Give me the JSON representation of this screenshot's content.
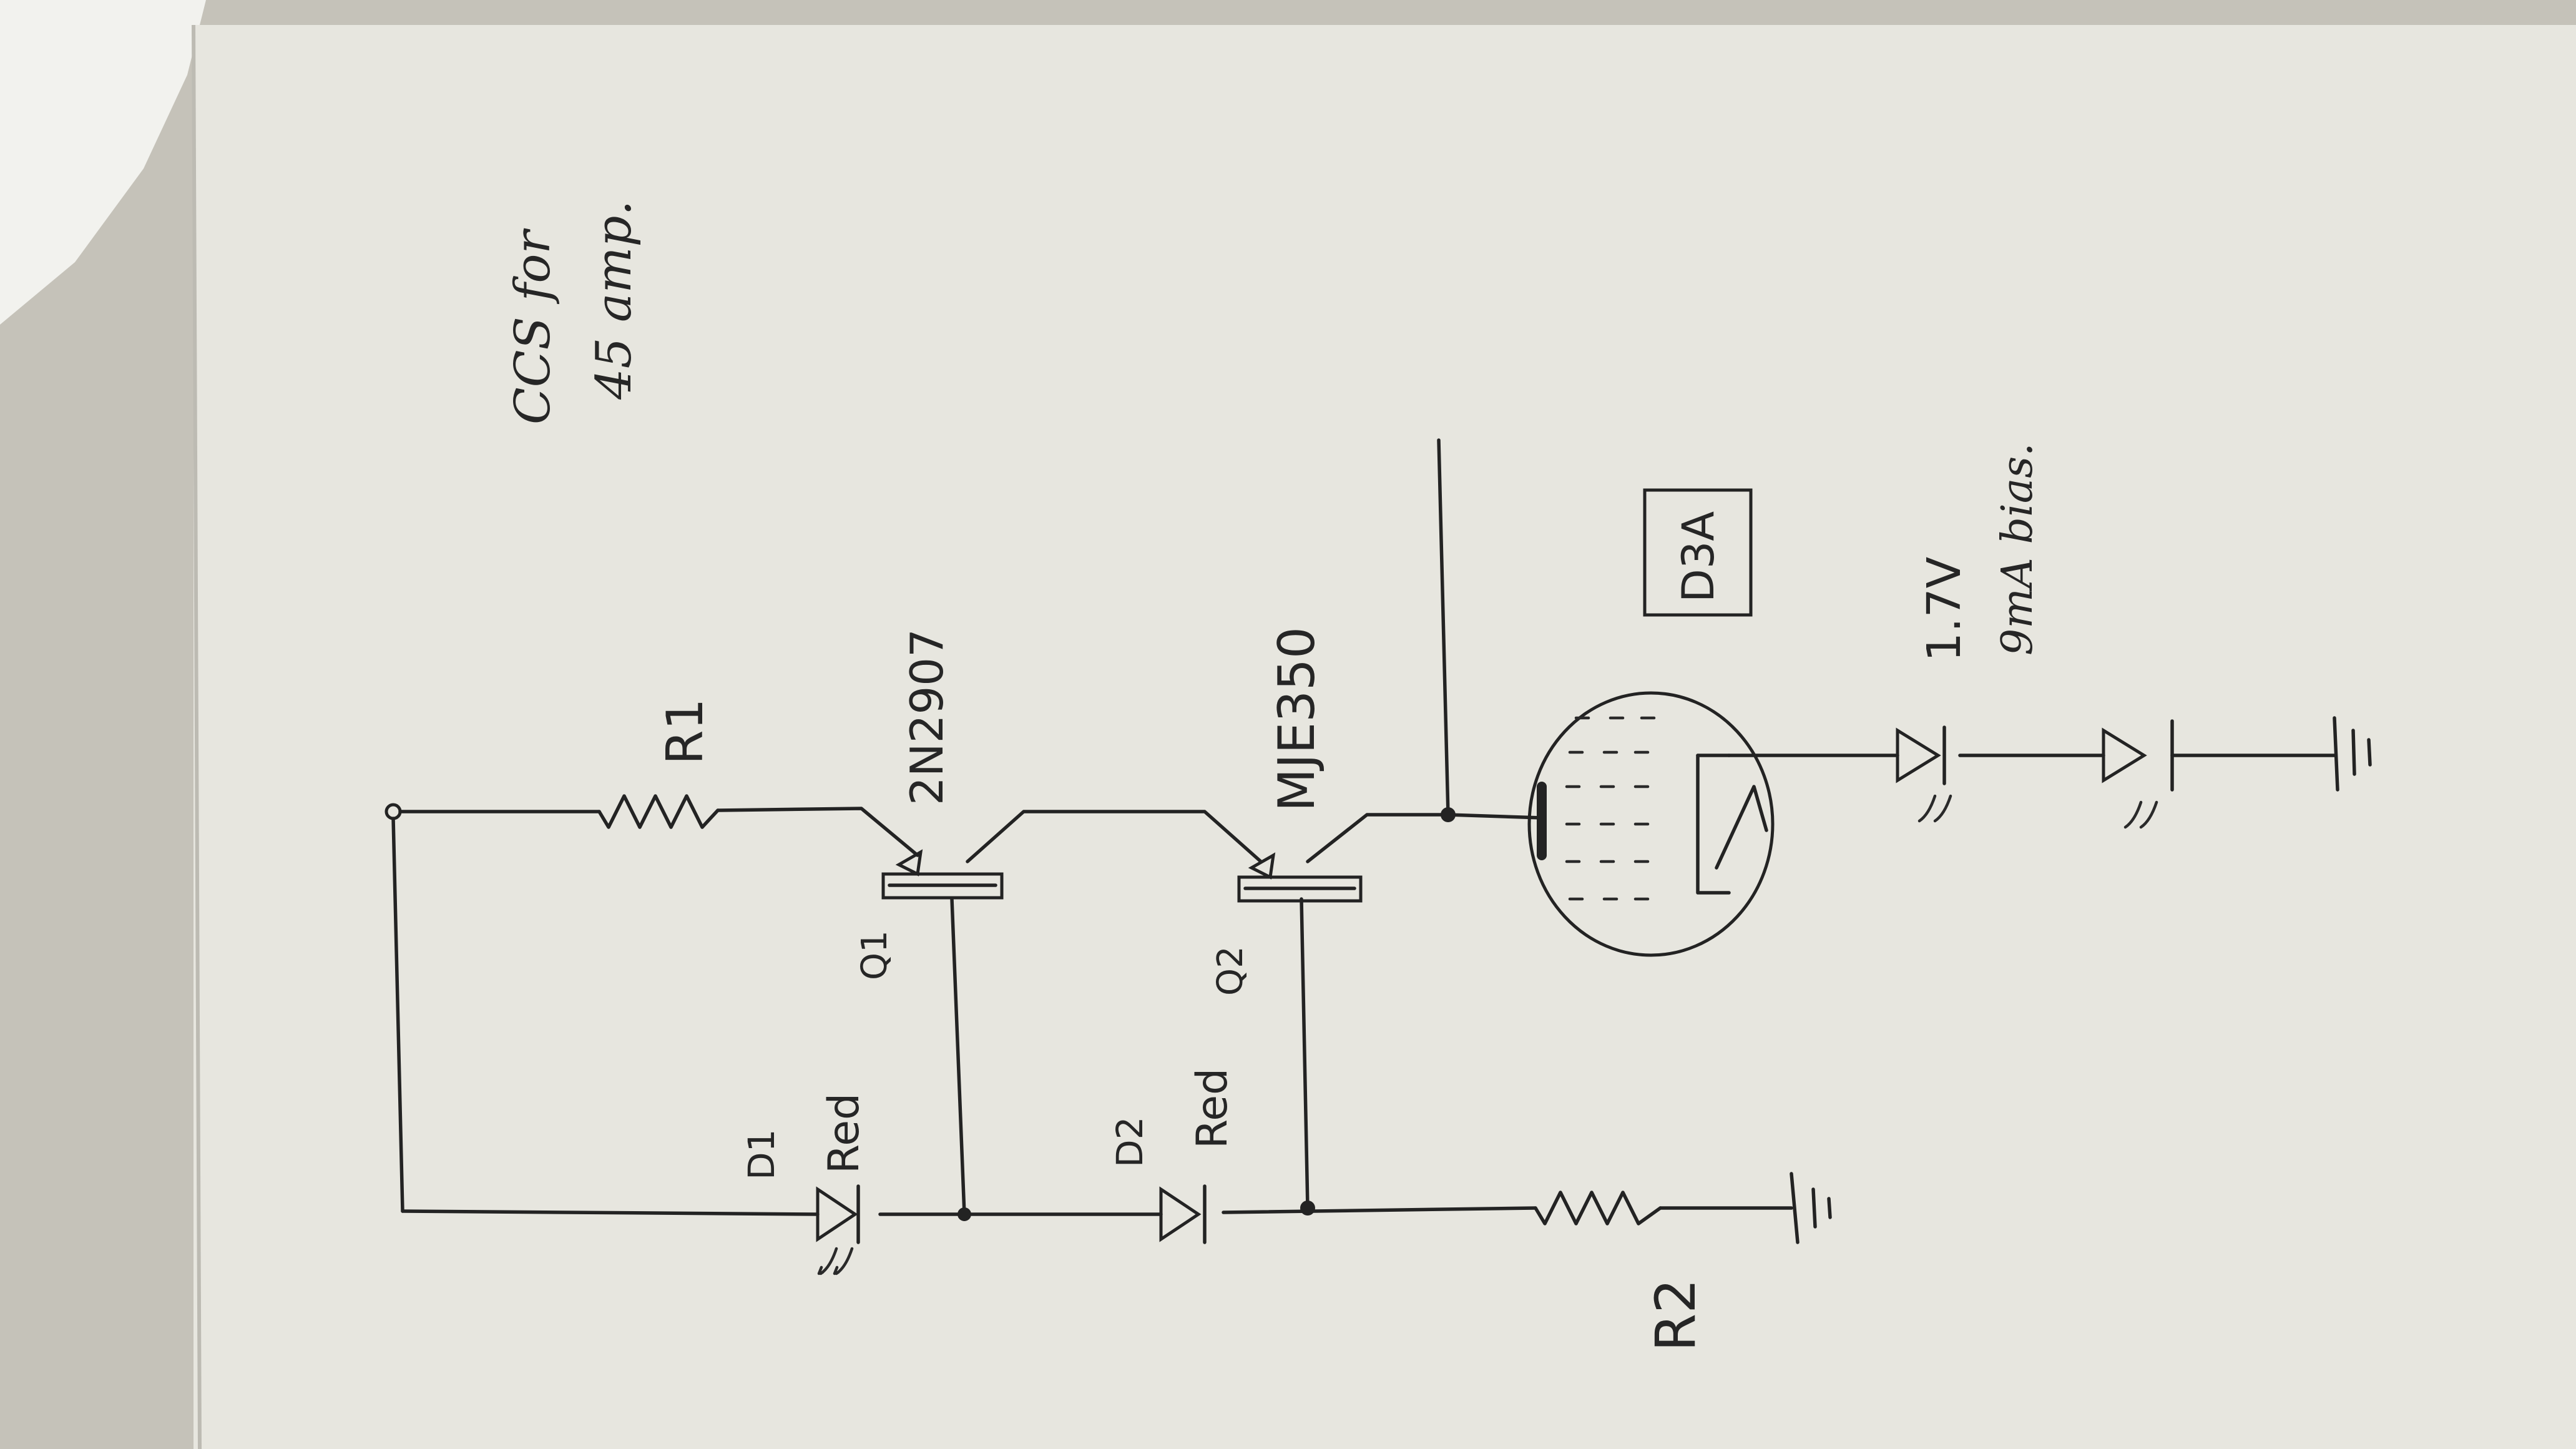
{
  "annotations": {
    "title_line1": "CCS for",
    "title_line2": "45 amp.",
    "voltage": "1.7V",
    "bias": "9mA bias."
  },
  "components": {
    "r1": "R1",
    "r2": "R2",
    "q1": {
      "ref": "Q1",
      "part": "2N2907"
    },
    "q2": {
      "ref": "Q2",
      "part": "MJE350"
    },
    "d1": {
      "ref": "D1",
      "color": "Red"
    },
    "d2": {
      "ref": "D2",
      "color": "Red"
    },
    "tube": "D3A"
  },
  "colors": {
    "paper": "#e7e6df",
    "ink": "#232323",
    "background": "#c9c6bd"
  }
}
